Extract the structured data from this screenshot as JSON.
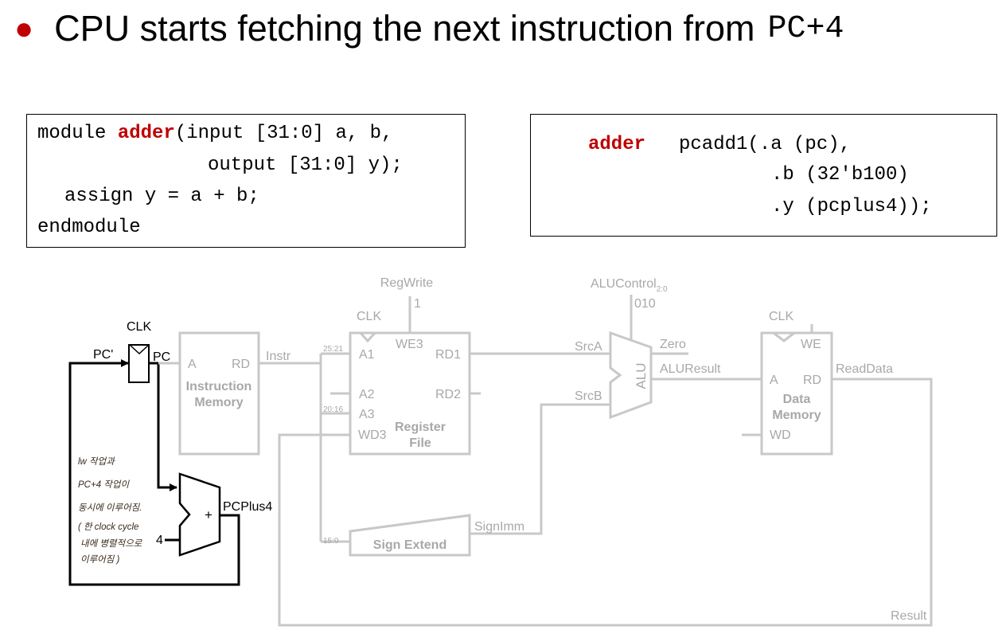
{
  "title": {
    "text": "CPU starts fetching the next instruction from",
    "code": "PC+4"
  },
  "code_left": {
    "line1_a": "module ",
    "line1_kw": "adder",
    "line1_b": "(input [31:0] a, b,",
    "line2": "output [31:0] y);",
    "line3": "assign y = a + b;",
    "line4": "endmodule"
  },
  "code_right": {
    "kw": "adder",
    "line1": "pcadd1(.a (pc),",
    "line2": ".b (32'b100)",
    "line3": ".y (pcplus4));"
  },
  "diagram": {
    "pc_prime": "PC'",
    "pc": "PC",
    "clk": "CLK",
    "im_a": "A",
    "im_rd": "RD",
    "im_title1": "Instruction",
    "im_title2": "Memory",
    "instr": "Instr",
    "regwrite": "RegWrite",
    "regwrite_val": "1",
    "rf_clk": "CLK",
    "rf_we3": "WE3",
    "rf_a1": "A1",
    "rf_a2": "A2",
    "rf_a3": "A3",
    "rf_wd3": "WD3",
    "rf_rd1": "RD1",
    "rf_rd2": "RD2",
    "rf_title1": "Register",
    "rf_title2": "File",
    "bits_25_21": "25:21",
    "bits_20_16": "20:16",
    "bits_15_0": "15:0",
    "alucontrol": "ALUControl",
    "alucontrol_sub": "2:0",
    "alucontrol_val": "010",
    "srca": "SrcA",
    "srcb": "SrcB",
    "alu": "ALU",
    "zero": "Zero",
    "aluresult": "ALUResult",
    "dm_clk": "CLK",
    "dm_we": "WE",
    "dm_a": "A",
    "dm_rd": "RD",
    "dm_wd": "WD",
    "dm_title1": "Data",
    "dm_title2": "Memory",
    "readdata": "ReadData",
    "result": "Result",
    "signext": "Sign Extend",
    "signimm": "SignImm",
    "pcplus4": "PCPlus4",
    "adder_plus": "+",
    "four": "4"
  },
  "handwritten_note": [
    "lw 작업과",
    "PC+4 작업이",
    "동시에 이루어짐.",
    "( 한 clock cycle",
    "내에 병렬적으로",
    "이루어짐 )"
  ]
}
